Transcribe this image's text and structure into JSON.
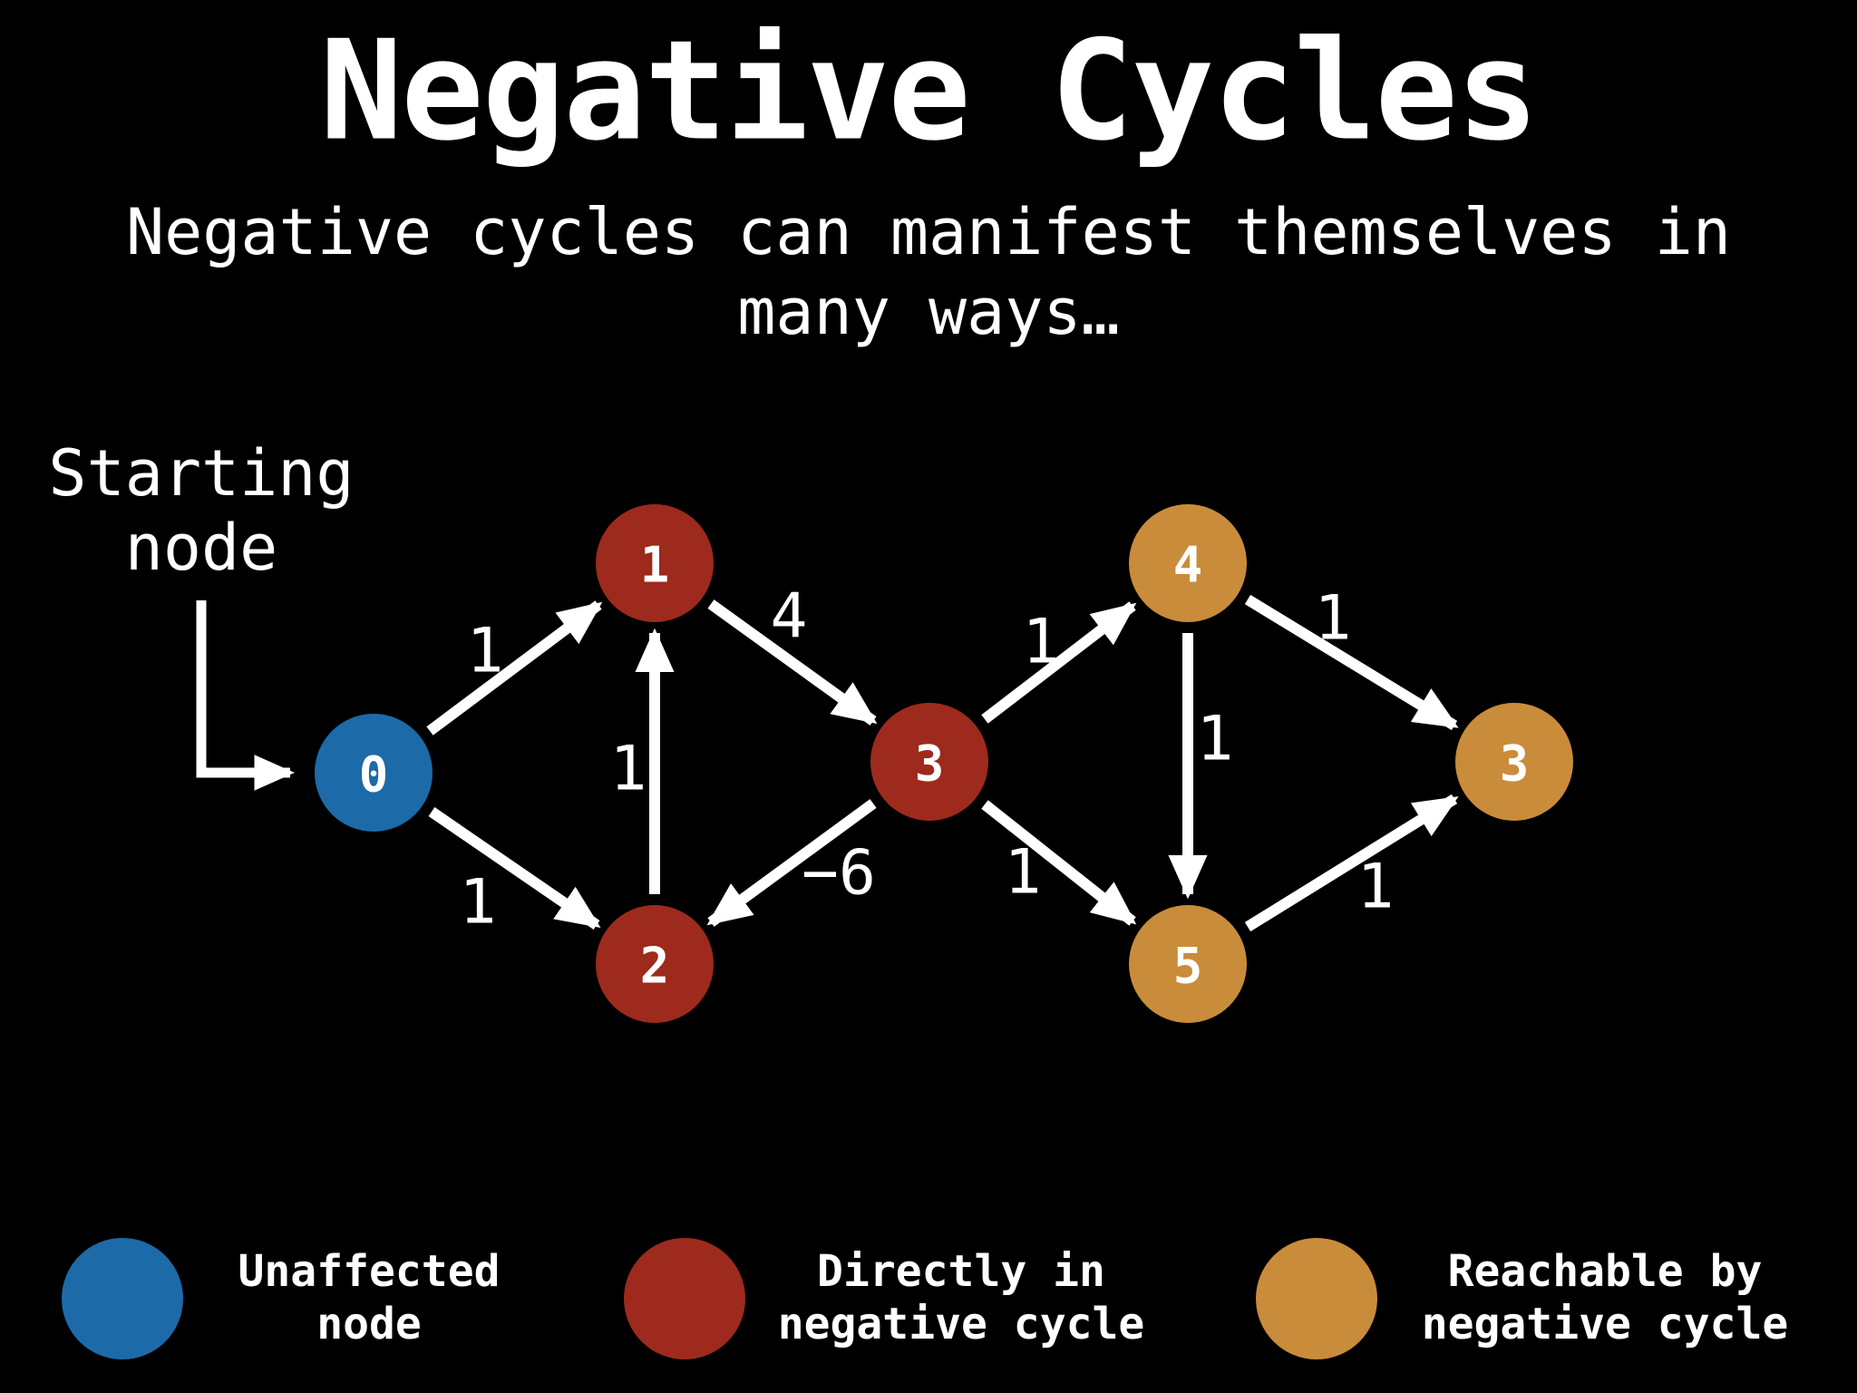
{
  "title": "Negative Cycles",
  "subtitle": {
    "line1": "Negative cycles can manifest themselves in",
    "line2": "many ways…"
  },
  "starting_label": {
    "line1": "Starting",
    "line2": "node"
  },
  "colors": {
    "background": "#000000",
    "text": "#ffffff",
    "edge": "#ffffff",
    "unaffected": "#1d6aa8",
    "negative_cycle": "#9d2a1c",
    "reachable": "#c98c3a"
  },
  "graph": {
    "nodes": [
      {
        "label": "0",
        "role": "unaffected"
      },
      {
        "label": "1",
        "role": "negative_cycle"
      },
      {
        "label": "2",
        "role": "negative_cycle"
      },
      {
        "label": "3",
        "role": "negative_cycle"
      },
      {
        "label": "4",
        "role": "reachable"
      },
      {
        "label": "5",
        "role": "reachable"
      },
      {
        "label": "3",
        "role": "reachable"
      }
    ],
    "edges": [
      {
        "from": "0",
        "to": "1",
        "weight": "1"
      },
      {
        "from": "0",
        "to": "2",
        "weight": "1"
      },
      {
        "from": "2",
        "to": "1",
        "weight": "1"
      },
      {
        "from": "1",
        "to": "3",
        "weight": "4"
      },
      {
        "from": "3",
        "to": "2",
        "weight": "−6"
      },
      {
        "from": "3",
        "to": "4",
        "weight": "1"
      },
      {
        "from": "3",
        "to": "5",
        "weight": "1"
      },
      {
        "from": "4",
        "to": "5",
        "weight": "1"
      },
      {
        "from": "4",
        "to": "3-right",
        "weight": "1"
      },
      {
        "from": "5",
        "to": "3-right",
        "weight": "1"
      }
    ]
  },
  "legend": [
    {
      "line1": "Unaffected",
      "line2": "node",
      "role": "unaffected"
    },
    {
      "line1": "Directly in",
      "line2": "negative cycle",
      "role": "negative_cycle"
    },
    {
      "line1": "Reachable by",
      "line2": "negative cycle",
      "role": "reachable"
    }
  ]
}
